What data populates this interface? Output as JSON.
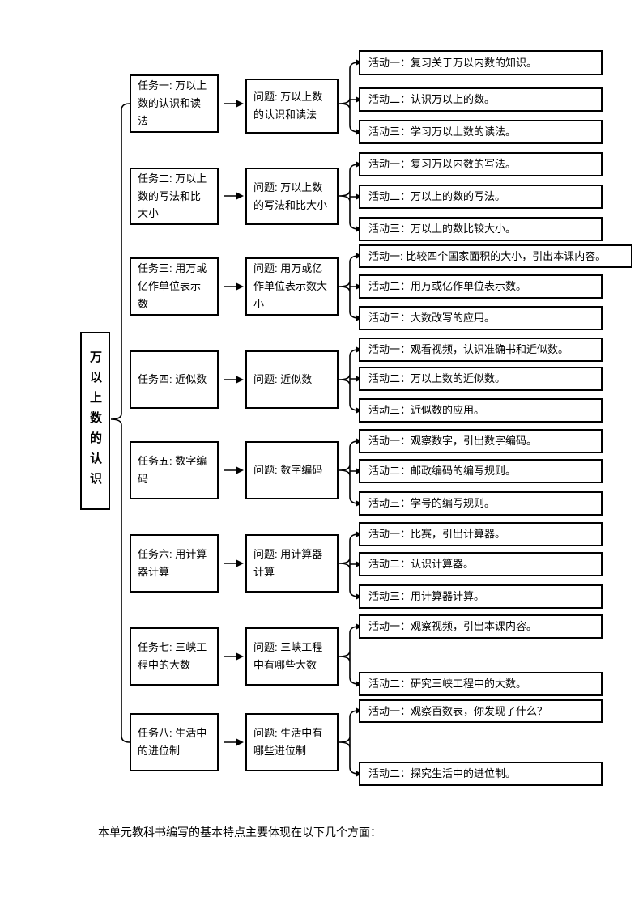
{
  "root": {
    "label": "万以上数的认识"
  },
  "groups": [
    {
      "task": "任务一: 万以上数的认识和读法",
      "question": "问题: 万以上数的认识和读法",
      "activities": [
        "活动一：复习关于万以内数的知识。",
        "活动二：认识万以上的数。",
        "活动三：学习万以上数的读法。"
      ]
    },
    {
      "task": "任务二: 万以上数的写法和比大小",
      "question": "问题: 万以上数的写法和比大小",
      "activities": [
        "活动一：复习万以内数的写法。",
        "活动二：万以上的数的写法。",
        "活动三：万以上的数比较大小。"
      ]
    },
    {
      "task": "任务三: 用万或亿作单位表示数",
      "question": "问题: 用万或亿作单位表示数大小",
      "activities": [
        "活动一: 比较四个国家面积的大小，引出本课内容。",
        "活动二：用万或亿作单位表示数。",
        "活动三：大数改写的应用。"
      ]
    },
    {
      "task": "任务四: 近似数",
      "question": "问题: 近似数",
      "activities": [
        "活动一：观看视频，认识准确书和近似数。",
        "活动二：万以上数的近似数。",
        "活动三：近似数的应用。"
      ]
    },
    {
      "task": "任务五: 数字编码",
      "question": "问题: 数字编码",
      "activities": [
        "活动一：观察数字，引出数字编码。",
        "活动二：邮政编码的编写规则。",
        "活动三：学号的编写规则。"
      ]
    },
    {
      "task": "任务六: 用计算器计算",
      "question": "问题: 用计算器计算",
      "activities": [
        "活动一：比赛，引出计算器。",
        "活动二：认识计算器。",
        "活动三：用计算器计算。"
      ]
    },
    {
      "task": "任务七: 三峡工程中的大数",
      "question": "问题: 三峡工程中有哪些大数",
      "activities": [
        "活动一：观察视频，引出本课内容。",
        "活动二：研究三峡工程中的大数。"
      ]
    },
    {
      "task": "任务八: 生活中的进位制",
      "question": "问题: 生活中有哪些进位制",
      "activities": [
        "活动一：观察百数表，你发现了什么？",
        "活动二：探究生活中的进位制。"
      ]
    }
  ],
  "footer": {
    "text": "本单元教科书编写的基本特点主要体现在以下几个方面："
  }
}
